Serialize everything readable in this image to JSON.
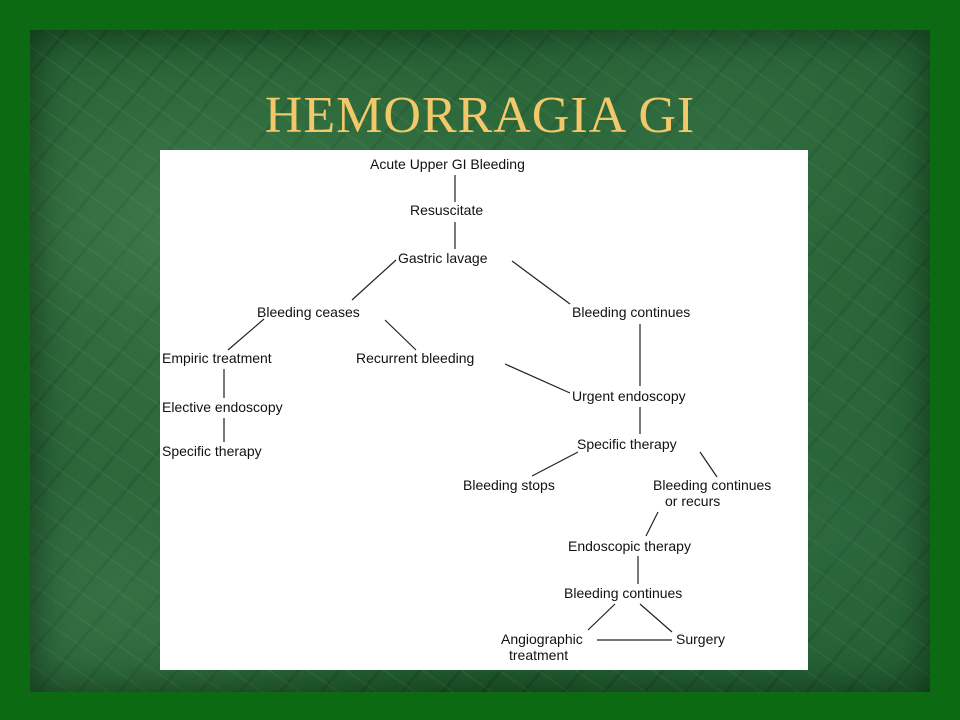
{
  "slide": {
    "title": "HEMORRAGIA GI"
  },
  "flowchart": {
    "nodes": [
      {
        "id": "acute",
        "lines": [
          "Acute Upper GI Bleeding"
        ]
      },
      {
        "id": "resuscitate",
        "lines": [
          "Resuscitate"
        ]
      },
      {
        "id": "lavage",
        "lines": [
          "Gastric lavage"
        ]
      },
      {
        "id": "ceases",
        "lines": [
          "Bleeding ceases"
        ]
      },
      {
        "id": "continues1",
        "lines": [
          "Bleeding continues"
        ]
      },
      {
        "id": "empiric",
        "lines": [
          "Empiric treatment"
        ]
      },
      {
        "id": "recurrent",
        "lines": [
          "Recurrent bleeding"
        ]
      },
      {
        "id": "elective",
        "lines": [
          "Elective endoscopy"
        ]
      },
      {
        "id": "specific1",
        "lines": [
          "Specific therapy"
        ]
      },
      {
        "id": "urgent",
        "lines": [
          "Urgent endoscopy"
        ]
      },
      {
        "id": "specific2",
        "lines": [
          "Specific therapy"
        ]
      },
      {
        "id": "stops",
        "lines": [
          "Bleeding stops"
        ]
      },
      {
        "id": "recurs",
        "lines": [
          "Bleeding continues",
          "or recurs"
        ]
      },
      {
        "id": "endotherapy",
        "lines": [
          "Endoscopic therapy"
        ]
      },
      {
        "id": "continues2",
        "lines": [
          "Bleeding continues"
        ]
      },
      {
        "id": "angio",
        "lines": [
          "Angiographic",
          "treatment"
        ]
      },
      {
        "id": "surgery",
        "lines": [
          "Surgery"
        ]
      }
    ],
    "edges": [
      [
        "acute",
        "resuscitate"
      ],
      [
        "resuscitate",
        "lavage"
      ],
      [
        "lavage",
        "ceases"
      ],
      [
        "lavage",
        "continues1"
      ],
      [
        "ceases",
        "empiric"
      ],
      [
        "ceases",
        "recurrent"
      ],
      [
        "empiric",
        "elective"
      ],
      [
        "elective",
        "specific1"
      ],
      [
        "recurrent",
        "urgent"
      ],
      [
        "continues1",
        "urgent"
      ],
      [
        "urgent",
        "specific2"
      ],
      [
        "specific2",
        "stops"
      ],
      [
        "specific2",
        "recurs"
      ],
      [
        "recurs",
        "endotherapy"
      ],
      [
        "endotherapy",
        "continues2"
      ],
      [
        "continues2",
        "angio"
      ],
      [
        "continues2",
        "surgery"
      ],
      [
        "angio",
        "surgery"
      ]
    ]
  }
}
